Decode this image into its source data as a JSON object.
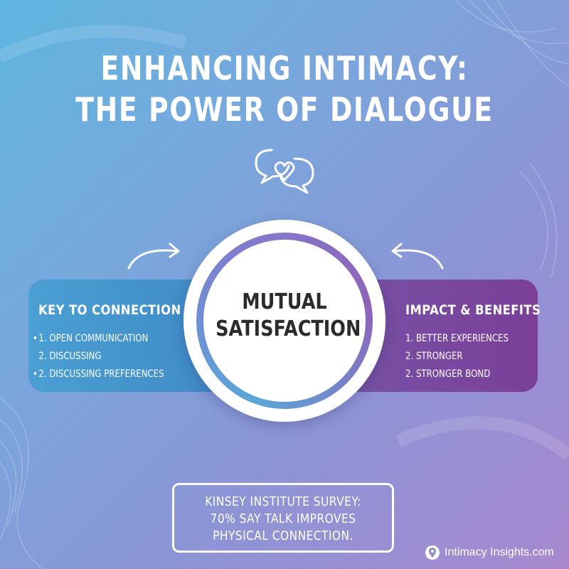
{
  "title": {
    "line1": "ENHANCING INTIMACY:",
    "line2": "THE POWER OF DIALOGUE"
  },
  "icons": {
    "header": "dialogue-heart-icon",
    "left_arrow": "curved-arrow-right-icon",
    "right_arrow": "curved-arrow-left-icon",
    "brand": "location-pin-icon"
  },
  "left_panel": {
    "title": "KEY TO CONNECTION",
    "items": [
      {
        "bullet": "•",
        "text": "1. OPEN COMMUNICATION"
      },
      {
        "bullet": "",
        "text": "2. DISCUSSING"
      },
      {
        "bullet": "•",
        "text": "2. DISCUSSING PREFERENCES"
      }
    ]
  },
  "center": {
    "line1": "MUTUAL",
    "line2": "SATISFACTION"
  },
  "right_panel": {
    "title": "IMPACT & BENEFITS",
    "items": [
      {
        "text": "1. BETTER EXPERIENCES"
      },
      {
        "text": "2. STRONGER"
      },
      {
        "text": "2. STRONGER BOND"
      }
    ]
  },
  "survey": {
    "line1": "KINSEY INSTITUTE SURVEY:",
    "line2": "70% SAY TALK IMPROVES",
    "line3": "PHYSICAL CONNECTION."
  },
  "brand": {
    "name": "Intimacy Insights.com"
  },
  "colors": {
    "left_panel": "#4a9fd3",
    "right_panel": "#7b3f98",
    "center_text": "#2b2b2b"
  }
}
